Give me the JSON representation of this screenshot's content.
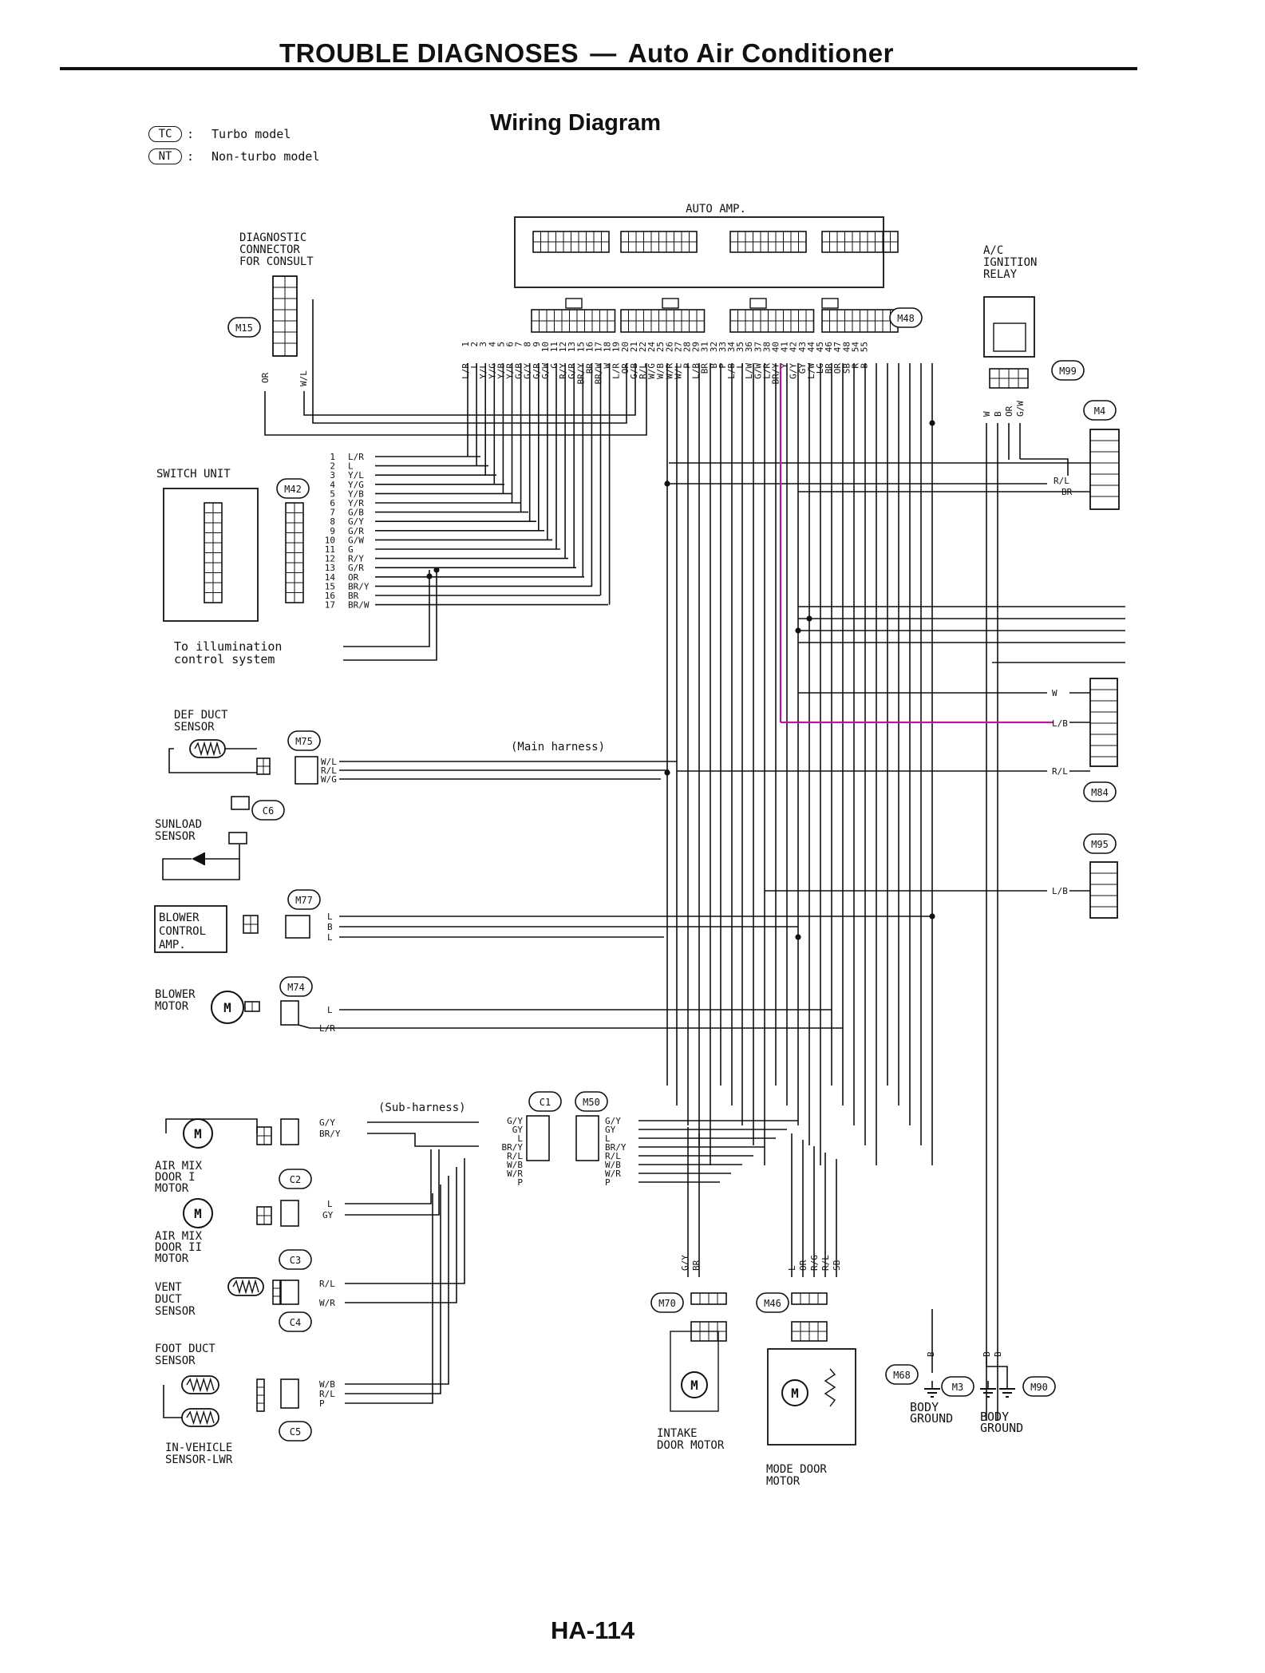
{
  "header": {
    "section": "TROUBLE DIAGNOSES",
    "separator": "—",
    "topic": "Auto Air Conditioner"
  },
  "subtitle": "Wiring Diagram",
  "legend": [
    {
      "code": "TC",
      "desc": "Turbo model"
    },
    {
      "code": "NT",
      "desc": "Non-turbo model"
    }
  ],
  "footer": {
    "page": "HA-114"
  },
  "components": {
    "auto_amp": "AUTO AMP.",
    "diagnostic_connector": [
      "DIAGNOSTIC",
      "CONNECTOR",
      "FOR CONSULT"
    ],
    "ac_relay": [
      "A/C",
      "IGNITION",
      "RELAY"
    ],
    "switch_unit": "SWITCH UNIT",
    "illumination": [
      "To illumination",
      "control system"
    ],
    "def_duct_sensor": [
      "DEF DUCT",
      "SENSOR"
    ],
    "sunload_sensor": [
      "SUNLOAD",
      "SENSOR"
    ],
    "blower_control_amp": [
      "BLOWER",
      "CONTROL",
      "AMP."
    ],
    "blower_motor": [
      "BLOWER",
      "MOTOR"
    ],
    "air_mix_1": [
      "AIR MIX",
      "DOOR I",
      "MOTOR"
    ],
    "air_mix_2": [
      "AIR MIX",
      "DOOR II",
      "MOTOR"
    ],
    "vent_duct_sensor": [
      "VENT",
      "DUCT",
      "SENSOR"
    ],
    "foot_duct_sensor": [
      "FOOT DUCT",
      "SENSOR"
    ],
    "in_vehicle_sensor": [
      "IN-VEHICLE",
      "SENSOR-LWR"
    ],
    "intake_door_motor": [
      "INTAKE",
      "DOOR MOTOR"
    ],
    "mode_door_motor": [
      "MODE DOOR",
      "MOTOR"
    ],
    "body_ground_1": [
      "BODY",
      "GROUND"
    ],
    "body_ground_2": [
      "BODY",
      "GROUND"
    ]
  },
  "harness_labels": {
    "main": "(Main harness)",
    "sub": "(Sub-harness)"
  },
  "connectors": [
    "M15",
    "M48",
    "M99",
    "M4",
    "M42",
    "M75",
    "C6",
    "M77",
    "M74",
    "M84",
    "M95",
    "C1",
    "M50",
    "C2",
    "C3",
    "C4",
    "C5",
    "M70",
    "M46",
    "M68",
    "M3",
    "M90"
  ],
  "auto_amp_pins": [
    {
      "n": "1",
      "c": "L/R"
    },
    {
      "n": "2",
      "c": "L"
    },
    {
      "n": "3",
      "c": "Y/L"
    },
    {
      "n": "4",
      "c": "Y/G"
    },
    {
      "n": "5",
      "c": "Y/B"
    },
    {
      "n": "6",
      "c": "Y/R"
    },
    {
      "n": "7",
      "c": "G/B"
    },
    {
      "n": "8",
      "c": "G/Y"
    },
    {
      "n": "9",
      "c": "G/R"
    },
    {
      "n": "10",
      "c": "G/W"
    },
    {
      "n": "11",
      "c": "G"
    },
    {
      "n": "12",
      "c": "R/Y"
    },
    {
      "n": "13",
      "c": "G/R"
    },
    {
      "n": "15",
      "c": "BR/Y"
    },
    {
      "n": "16",
      "c": "BR"
    },
    {
      "n": "17",
      "c": "BR/W"
    },
    {
      "n": "18",
      "c": "W"
    },
    {
      "n": "19",
      "c": "L/R"
    },
    {
      "n": "20",
      "c": "OR"
    },
    {
      "n": "21",
      "c": "G/B"
    },
    {
      "n": "22",
      "c": "R/L"
    },
    {
      "n": "24",
      "c": "W/G"
    },
    {
      "n": "25",
      "c": "W/B"
    },
    {
      "n": "26",
      "c": "W/R"
    },
    {
      "n": "27",
      "c": "W/L"
    },
    {
      "n": "28",
      "c": "P"
    },
    {
      "n": "29",
      "c": "L/B"
    },
    {
      "n": "31",
      "c": "BR"
    },
    {
      "n": "32",
      "c": "B"
    },
    {
      "n": "33",
      "c": "P"
    },
    {
      "n": "34",
      "c": "L/B"
    },
    {
      "n": "35",
      "c": "L"
    },
    {
      "n": "36",
      "c": "L/W"
    },
    {
      "n": "37",
      "c": "G/W"
    },
    {
      "n": "38",
      "c": "L/R"
    },
    {
      "n": "40",
      "c": "BR/Y"
    },
    {
      "n": "41",
      "c": "Y"
    },
    {
      "n": "42",
      "c": "G/Y"
    },
    {
      "n": "43",
      "c": "GY"
    },
    {
      "n": "44",
      "c": "L/W"
    },
    {
      "n": "45",
      "c": "LG"
    },
    {
      "n": "46",
      "c": "BR"
    },
    {
      "n": "47",
      "c": "OR"
    },
    {
      "n": "48",
      "c": "SB"
    },
    {
      "n": "54",
      "c": "R"
    },
    {
      "n": "55",
      "c": "B"
    }
  ],
  "switch_pins": [
    {
      "n": "1",
      "c": "L/R"
    },
    {
      "n": "2",
      "c": "L"
    },
    {
      "n": "3",
      "c": "Y/L"
    },
    {
      "n": "4",
      "c": "Y/G"
    },
    {
      "n": "5",
      "c": "Y/B"
    },
    {
      "n": "6",
      "c": "Y/R"
    },
    {
      "n": "7",
      "c": "G/B"
    },
    {
      "n": "8",
      "c": "G/Y"
    },
    {
      "n": "9",
      "c": "G/R"
    },
    {
      "n": "10",
      "c": "G/W"
    },
    {
      "n": "11",
      "c": "G"
    },
    {
      "n": "12",
      "c": "R/Y"
    },
    {
      "n": "13",
      "c": "G/R"
    },
    {
      "n": "14",
      "c": "OR"
    },
    {
      "n": "15",
      "c": "BR/Y"
    },
    {
      "n": "16",
      "c": "BR"
    },
    {
      "n": "17",
      "c": "BR/W"
    }
  ],
  "wire_labels": {
    "m15": [
      "OR",
      "W/L"
    ],
    "relay": [
      "W",
      "B",
      "OR",
      "G/W"
    ],
    "m4": [
      "R/L",
      "BR"
    ],
    "m84": [
      "W",
      "L/B",
      "R/L"
    ],
    "m95": [
      "L/B"
    ],
    "def": [
      "W/L",
      "R/L",
      "W/G"
    ],
    "bca": [
      "L",
      "B",
      "L"
    ],
    "bm": [
      "L",
      "L/R"
    ],
    "c1": [
      "G/Y",
      "GY",
      "L",
      "BR/Y",
      "R/L",
      "W/B",
      "W/R",
      "P"
    ],
    "m50": [
      "G/Y",
      "GY",
      "L",
      "BR/Y",
      "R/L",
      "W/B",
      "W/R",
      "P"
    ],
    "am1": [
      "G/Y",
      "BR/Y"
    ],
    "am2": [
      "L",
      "GY"
    ],
    "vent": [
      "R/L",
      "W/R"
    ],
    "foot": [
      "W/B",
      "R/L",
      "P"
    ],
    "m70": [
      "G/Y",
      "BR"
    ],
    "m46": [
      "L",
      "OR",
      "R/G",
      "R/L",
      "SB"
    ],
    "gnd": [
      "B",
      "B",
      "B"
    ]
  },
  "colors": {
    "ink": "#111111",
    "highlight": "#b5179e"
  }
}
